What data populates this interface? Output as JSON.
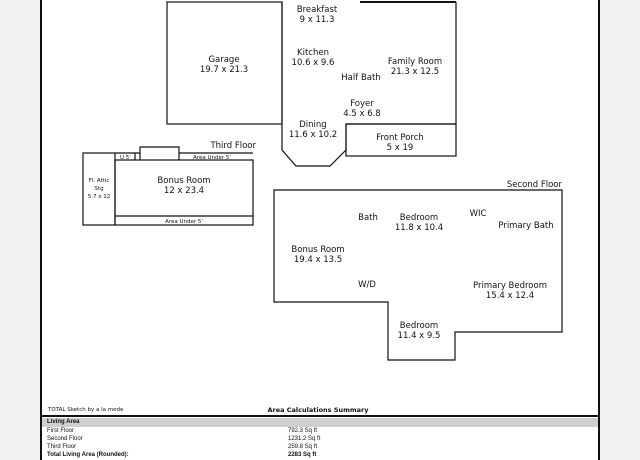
{
  "floors": {
    "first": {
      "rooms": [
        {
          "name": "Breakfast",
          "size": "9 x 11.3"
        },
        {
          "name": "Garage",
          "size": "19.7 x 21.3"
        },
        {
          "name": "Kitchen",
          "size": "10.6 x 9.6"
        },
        {
          "name": "Family Room",
          "size": "21.3 x 12.5"
        },
        {
          "name": "Half Bath",
          "size": ""
        },
        {
          "name": "Foyer",
          "size": "4.5 x 6.8"
        },
        {
          "name": "Dining",
          "size": "11.6 x 10.2"
        },
        {
          "name": "Front Porch",
          "size": "5 x 19"
        }
      ]
    },
    "third": {
      "title": "Third Floor",
      "rooms": [
        {
          "name": "Bonus Room",
          "size": "12 x 23.4"
        },
        {
          "name": "Fl. Attic",
          "name2": "Stg",
          "size": "5.7 x 12"
        }
      ],
      "notes": [
        "U 5'",
        "Area Under 5'",
        "Area Under 5'"
      ]
    },
    "second": {
      "title": "Second Floor",
      "rooms": [
        {
          "name": "Bath",
          "size": ""
        },
        {
          "name": "Bedroom",
          "size": "11.8 x 10.4"
        },
        {
          "name": "WIC",
          "size": ""
        },
        {
          "name": "Primary Bath",
          "size": ""
        },
        {
          "name": "Bonus Room",
          "size": "19.4 x 13.5"
        },
        {
          "name": "W/D",
          "size": ""
        },
        {
          "name": "Primary Bedroom",
          "size": "15.4 x 12.4"
        },
        {
          "name": "Bedroom",
          "size": "11.4 x 9.5"
        }
      ]
    }
  },
  "footer": {
    "credit": "TOTAL Sketch by a la mode",
    "summary_title": "Area Calculations Summary"
  },
  "area_table": {
    "header": "Living Area",
    "rows": [
      {
        "label": "First Floor",
        "value": "792.3 Sq ft"
      },
      {
        "label": "Second Floor",
        "value": "1231.2 Sq ft"
      },
      {
        "label": "Third Floor",
        "value": "259.8 Sq ft"
      },
      {
        "label": "Total Living Area (Rounded):",
        "value": "2283 Sq ft"
      }
    ]
  },
  "colors": {
    "line": "#111111",
    "paper": "#ffffff",
    "table_header": "#cfcfcf"
  }
}
